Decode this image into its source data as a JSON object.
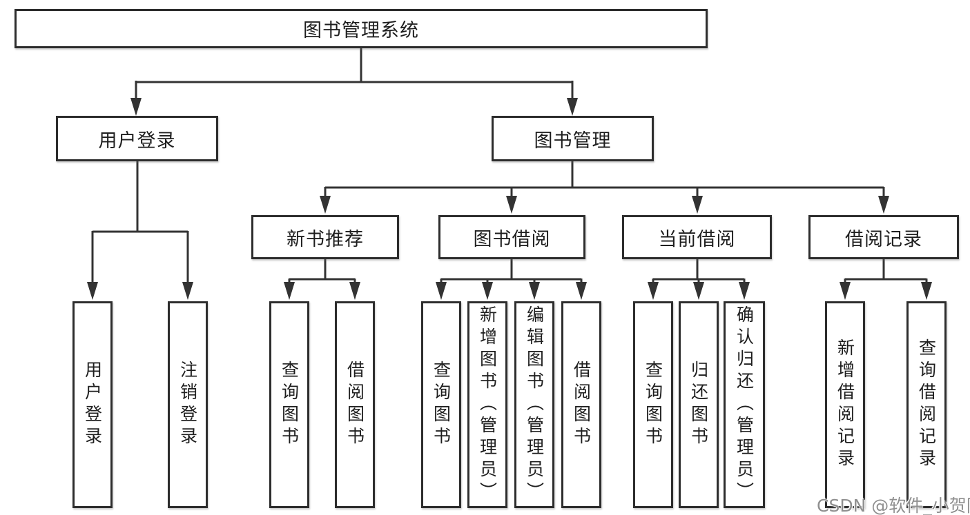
{
  "colors": {
    "line": "#333333",
    "box_border": "#2d2d2d",
    "box_background": "#ffffff",
    "text": "#1e1e1e",
    "watermark": "#8f8f8f"
  },
  "tree": {
    "root": {
      "label": "图书管理系统"
    },
    "branches": [
      {
        "label": "用户登录",
        "children": [
          {
            "label": "用户登录"
          },
          {
            "label": "注销登录"
          }
        ]
      },
      {
        "label": "图书管理",
        "children": [
          {
            "label": "新书推荐",
            "children": [
              {
                "label": "查询图书"
              },
              {
                "label": "借阅图书"
              }
            ]
          },
          {
            "label": "图书借阅",
            "children": [
              {
                "label": "查询图书"
              },
              {
                "label": "新增图书（管理员）"
              },
              {
                "label": "编辑图书（管理员）"
              },
              {
                "label": "借阅图书"
              }
            ]
          },
          {
            "label": "当前借阅",
            "children": [
              {
                "label": "查询图书"
              },
              {
                "label": "归还图书"
              },
              {
                "label": "确认归还（管理员）"
              }
            ]
          },
          {
            "label": "借阅记录",
            "children": [
              {
                "label": "新增借阅记录"
              },
              {
                "label": "查询借阅记录"
              }
            ]
          }
        ]
      }
    ]
  },
  "watermark": {
    "text": "CSDN @软件_小贺同学"
  }
}
